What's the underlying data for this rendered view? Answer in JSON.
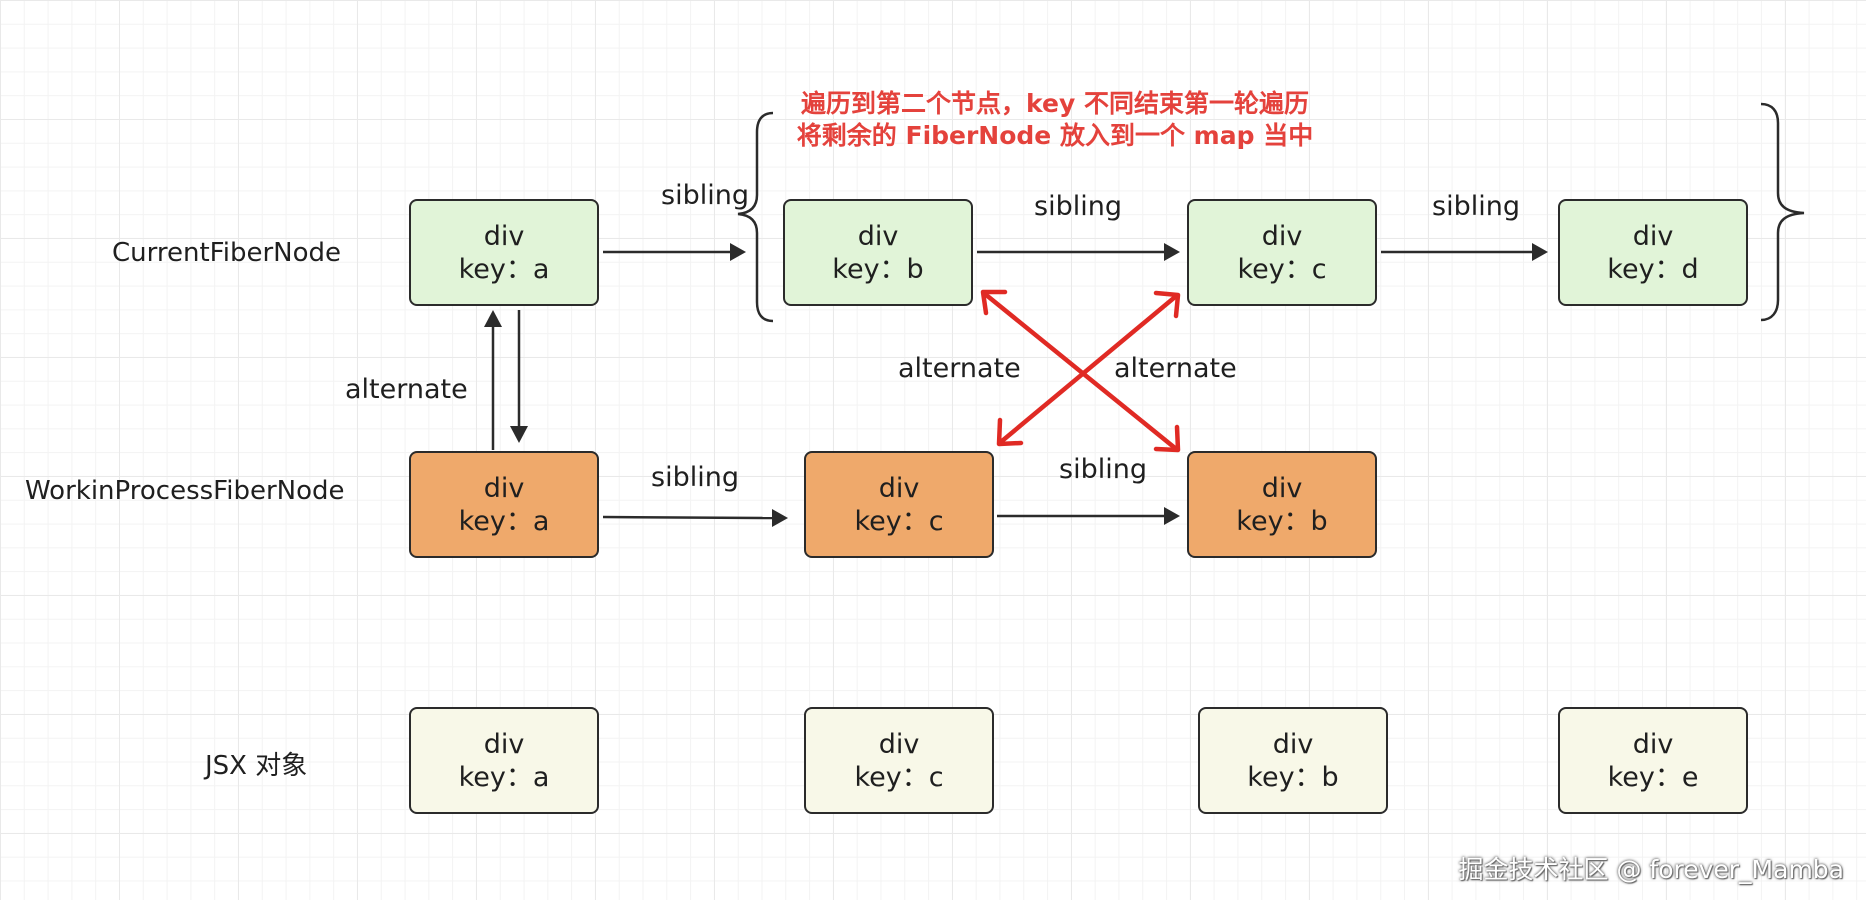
{
  "rows": {
    "current": "CurrentFiberNode",
    "wip": "WorkinProcessFiberNode",
    "jsx": "JSX 对象"
  },
  "note": {
    "line1": "遍历到第二个节点，key 不同结束第一轮遍历",
    "line2": "将剩余的 FiberNode 放入到一个 map 当中"
  },
  "nodes": {
    "current": [
      {
        "tag": "div",
        "key": "key：a"
      },
      {
        "tag": "div",
        "key": "key：b"
      },
      {
        "tag": "div",
        "key": "key：c"
      },
      {
        "tag": "div",
        "key": "key：d"
      }
    ],
    "wip": [
      {
        "tag": "div",
        "key": "key：a"
      },
      {
        "tag": "div",
        "key": "key：c"
      },
      {
        "tag": "div",
        "key": "key：b"
      }
    ],
    "jsx": [
      {
        "tag": "div",
        "key": "key：a"
      },
      {
        "tag": "div",
        "key": "key：c"
      },
      {
        "tag": "div",
        "key": "key：b"
      },
      {
        "tag": "div",
        "key": "key：e"
      }
    ]
  },
  "edge_labels": {
    "sibling_current_ab": "sibling",
    "sibling_current_bc": "sibling",
    "sibling_current_cd": "sibling",
    "alternate_a": "alternate",
    "alternate_cross_left": "alternate",
    "alternate_cross_right": "alternate",
    "sibling_wip_ac": "sibling",
    "sibling_wip_cb": "sibling"
  },
  "colors": {
    "current_fill": "#e1f4d8",
    "wip_fill": "#efa96b",
    "jsx_fill": "#f8f8e8",
    "note_text": "#e4423c",
    "cross_arrows": "#e02a24"
  },
  "watermark": "掘金技术社区 @ forever_Mamba"
}
